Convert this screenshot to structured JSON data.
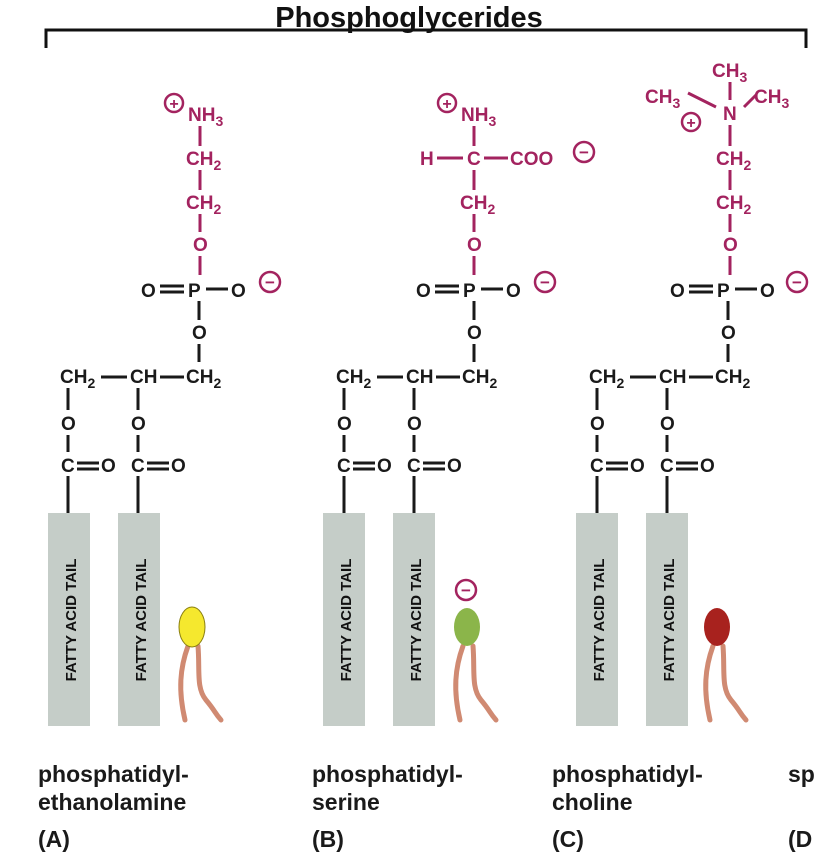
{
  "title": "Phosphoglycerides",
  "tail_label": "FATTY ACID TAIL",
  "colors": {
    "head_group": "#a3235f",
    "backbone": "#1a1a1a",
    "tail_box": "#c5cdc8",
    "lipid_tail": "#d08a72"
  },
  "backbone_atoms": {
    "O": "O",
    "P": "P",
    "C": "C",
    "CH2": "CH2",
    "CH": "CH",
    "charge_plus": "+",
    "charge_minus": "−"
  },
  "molecules": [
    {
      "letter": "(A)",
      "name_line1": "phosphatidyl-",
      "name_line2": "ethanolamine",
      "head_atoms": {
        "nh3": "NH3",
        "ch2_a": "CH2",
        "ch2_b": "CH2",
        "o": "O"
      },
      "head_color": "#f5e82e"
    },
    {
      "letter": "(B)",
      "name_line1": "phosphatidyl-",
      "name_line2": "serine",
      "head_atoms": {
        "nh3": "NH3",
        "h": "H",
        "c": "C",
        "coo": "COO",
        "ch2": "CH2",
        "o": "O"
      },
      "head_color": "#8bb54a"
    },
    {
      "letter": "(C)",
      "name_line1": "phosphatidyl-",
      "name_line2": "choline",
      "head_atoms": {
        "ch3_top": "CH3",
        "ch3_left": "CH3",
        "ch3_right": "CH3",
        "n": "N",
        "ch2_a": "CH2",
        "ch2_b": "CH2",
        "o": "O"
      },
      "head_color": "#a8221e"
    },
    {
      "letter": "(D",
      "name_line1": "sp"
    }
  ]
}
